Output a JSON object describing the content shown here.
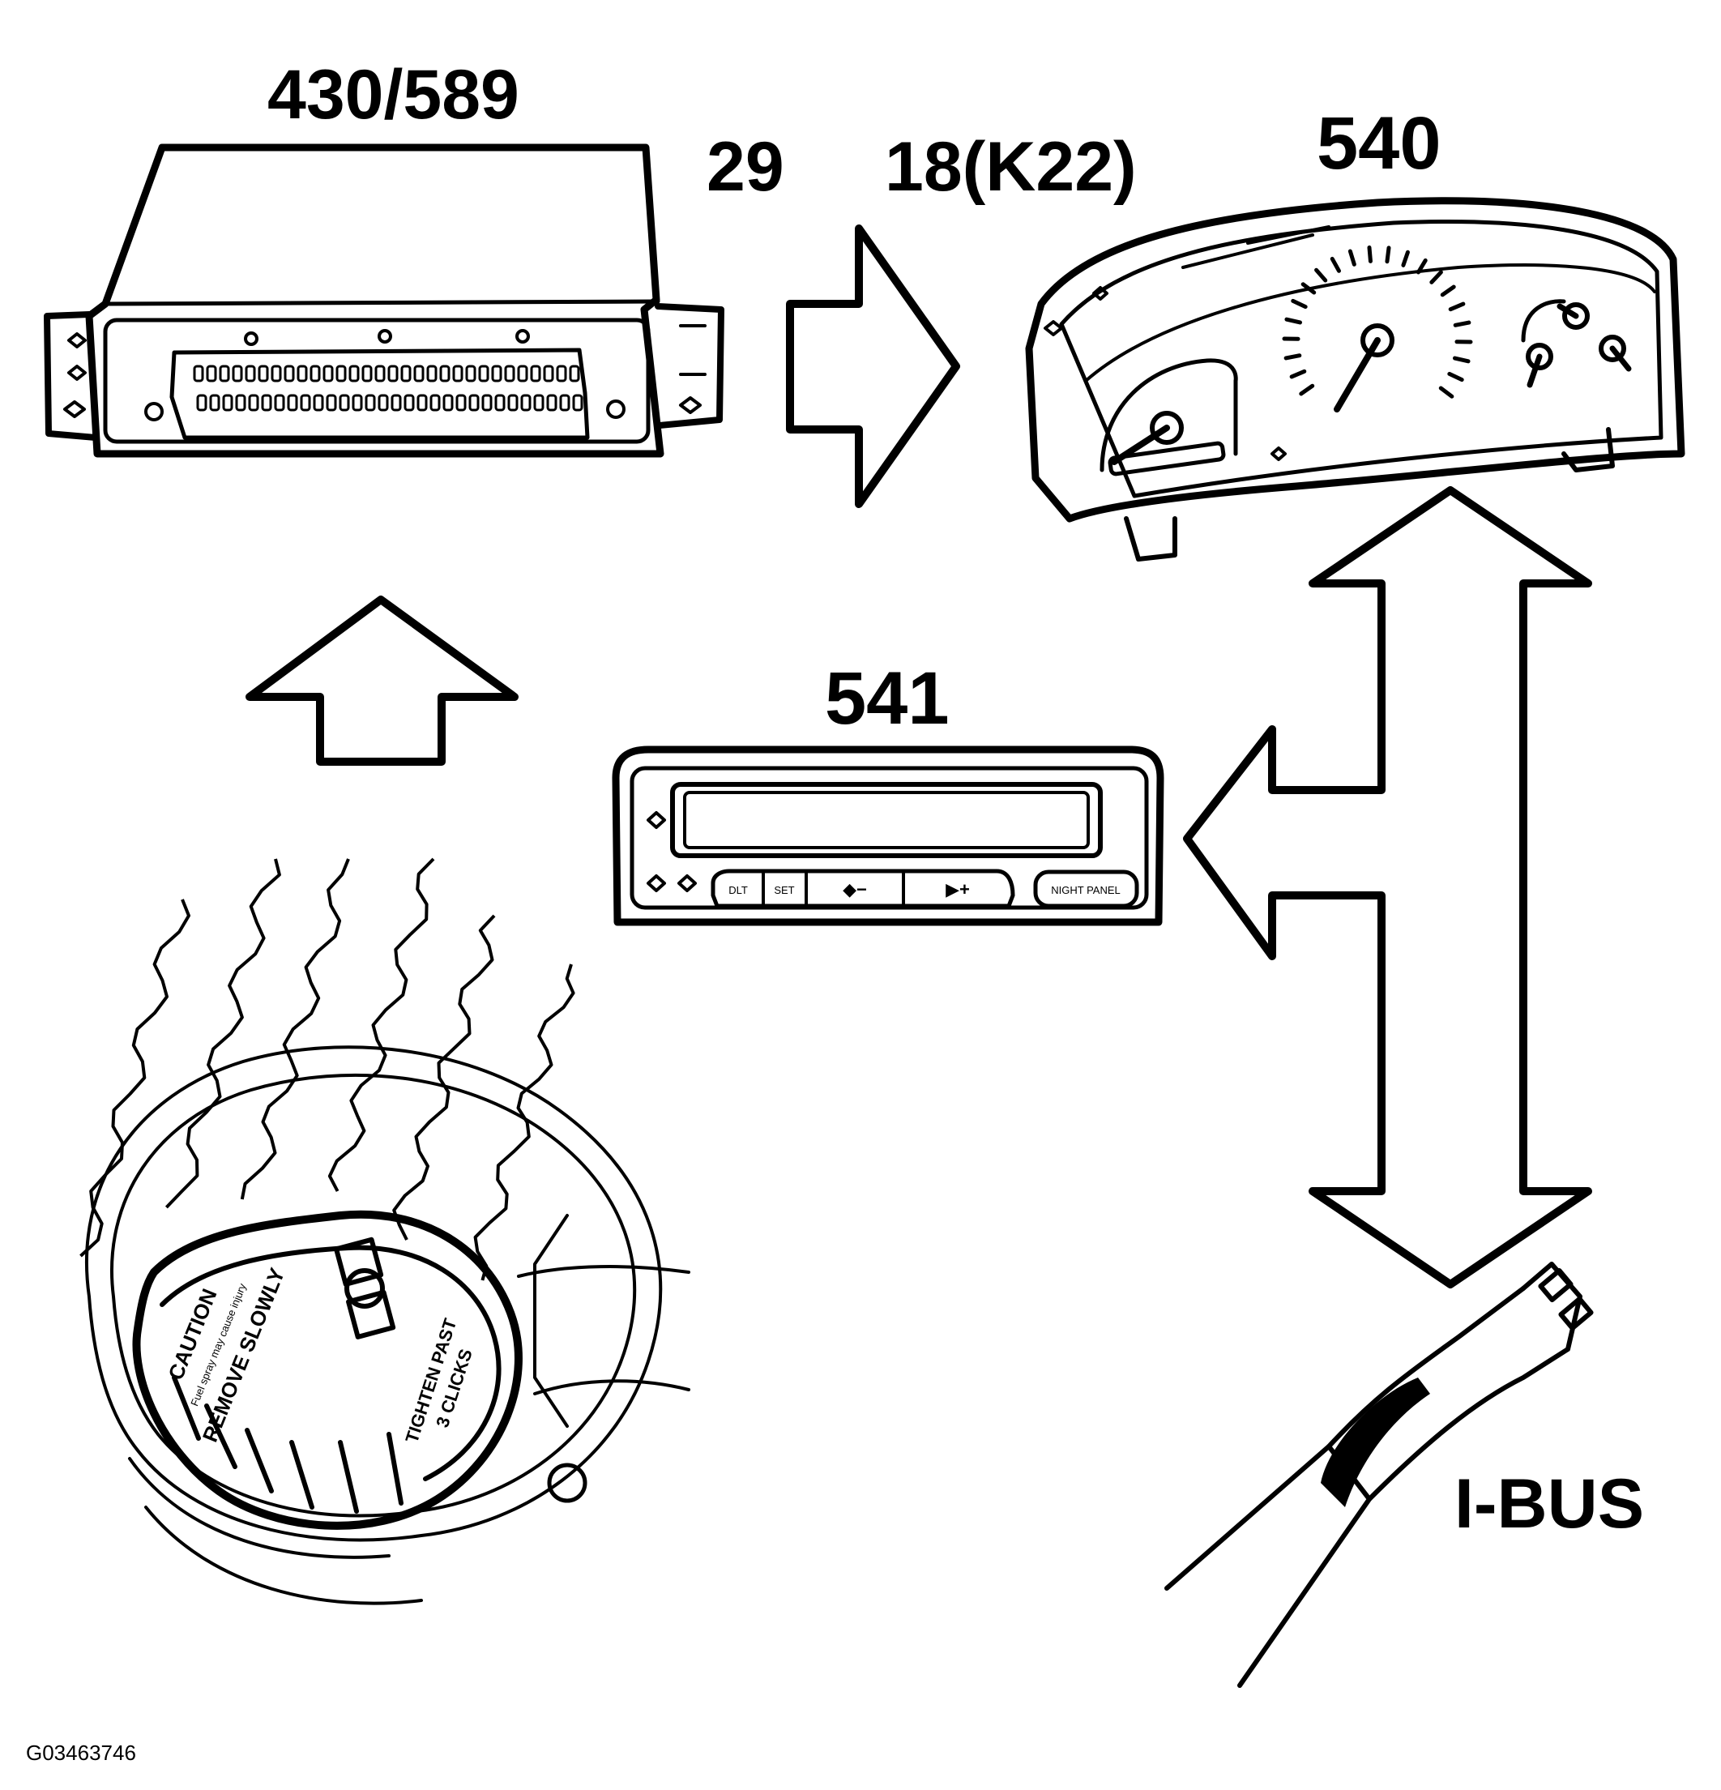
{
  "labels": {
    "ecu": "430/589",
    "pin_out": "29",
    "pin_in": "18(K22)",
    "cluster": "540",
    "display": "541",
    "bus": "I-BUS"
  },
  "display_buttons": {
    "dl": "DLT",
    "set": "SET",
    "minus": "◆−",
    "plus": "▶+",
    "night": "NIGHT PANEL"
  },
  "fuel_cap": {
    "line1": "CAUTION",
    "line2": "Fuel spray may cause injury",
    "line3": "REMOVE SLOWLY",
    "line4": "TIGHTEN PAST",
    "line5": "3 CLICKS"
  },
  "figure_code": "G03463746"
}
